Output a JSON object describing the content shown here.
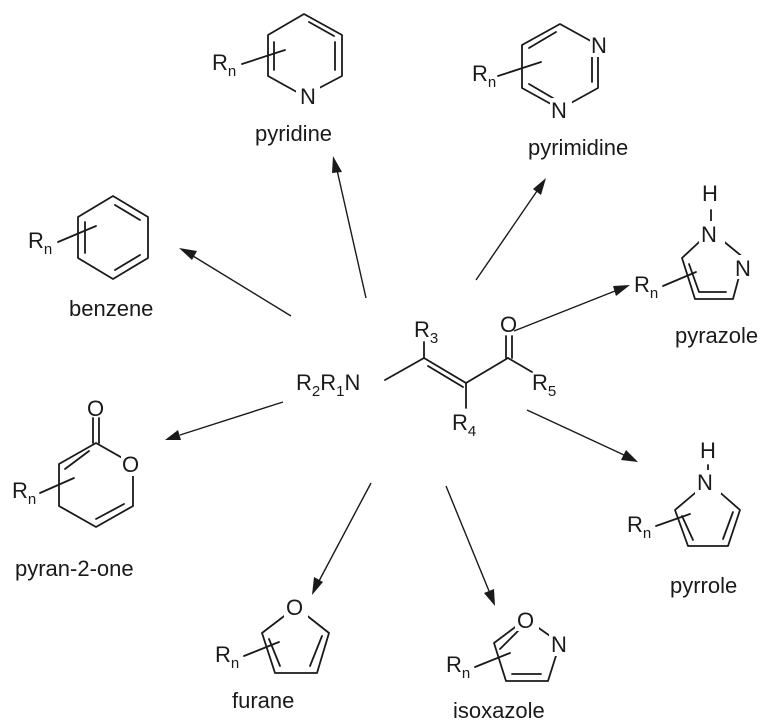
{
  "center": {
    "amine_group": {
      "r_a": "R",
      "sub_a": "2",
      "r_b": "R",
      "sub_b": "1",
      "n": "N"
    },
    "r3": {
      "r": "R",
      "sub": "3"
    },
    "r4": {
      "r": "R",
      "sub": "4"
    },
    "r5": {
      "r": "R",
      "sub": "5"
    },
    "carbonyl_o": "O"
  },
  "substituent": {
    "r": "R",
    "sub": "n"
  },
  "products": [
    {
      "id": "pyridine",
      "label": "pyridine",
      "heteroatoms": [
        "N"
      ]
    },
    {
      "id": "pyrimidine",
      "label": "pyrimidine",
      "heteroatoms": [
        "N",
        "N"
      ]
    },
    {
      "id": "benzene",
      "label": "benzene",
      "heteroatoms": []
    },
    {
      "id": "pyrazole",
      "label": "pyrazole",
      "heteroatoms": [
        "H",
        "N",
        "N"
      ]
    },
    {
      "id": "pyran-2-one",
      "label": "pyran-2-one",
      "heteroatoms": [
        "O",
        "O"
      ]
    },
    {
      "id": "pyrrole",
      "label": "pyrrole",
      "heteroatoms": [
        "H",
        "N"
      ]
    },
    {
      "id": "furane",
      "label": "furane",
      "heteroatoms": [
        "O"
      ]
    },
    {
      "id": "isoxazole",
      "label": "isoxazole",
      "heteroatoms": [
        "O",
        "N"
      ]
    }
  ]
}
